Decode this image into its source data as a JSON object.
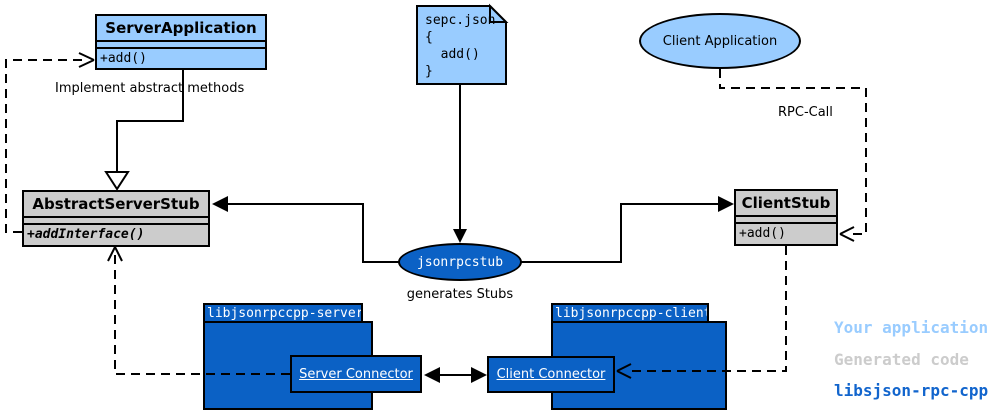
{
  "diagram": {
    "server_application": {
      "title": "ServerApplication",
      "method": "+add()"
    },
    "abstract_server_stub": {
      "title": "AbstractServerStub",
      "method": "+addInterface()"
    },
    "client_stub": {
      "title": "ClientStub",
      "method": "+add()"
    },
    "client_application": {
      "label": "Client Application"
    },
    "jsonrpcstub": {
      "label": "jsonrpcstub",
      "caption": "generates Stubs"
    },
    "spec_note": {
      "line1": "sepc.json",
      "line2": "{",
      "line3": "  add()",
      "line4": "}"
    },
    "labels": {
      "implement": "Implement abstract methods",
      "rpc_call": "RPC-Call"
    },
    "server_package": {
      "name": "libjsonrpccpp-server",
      "connector": "Server Connector"
    },
    "client_package": {
      "name": "libjsonrpccpp-client",
      "connector": "Client Connector"
    },
    "legend": {
      "items": [
        {
          "label": "Your application",
          "color": "#99CCFF"
        },
        {
          "label": "Generated code",
          "color": "#CCCCCC"
        },
        {
          "label": "libsjson-rpc-cpp",
          "color": "#1265CD"
        }
      ]
    },
    "colors": {
      "light_blue": "#99CCFF",
      "gray": "#CCCCCC",
      "dark_blue": "#0B61C5",
      "legend_blue": "#1265CD"
    }
  }
}
